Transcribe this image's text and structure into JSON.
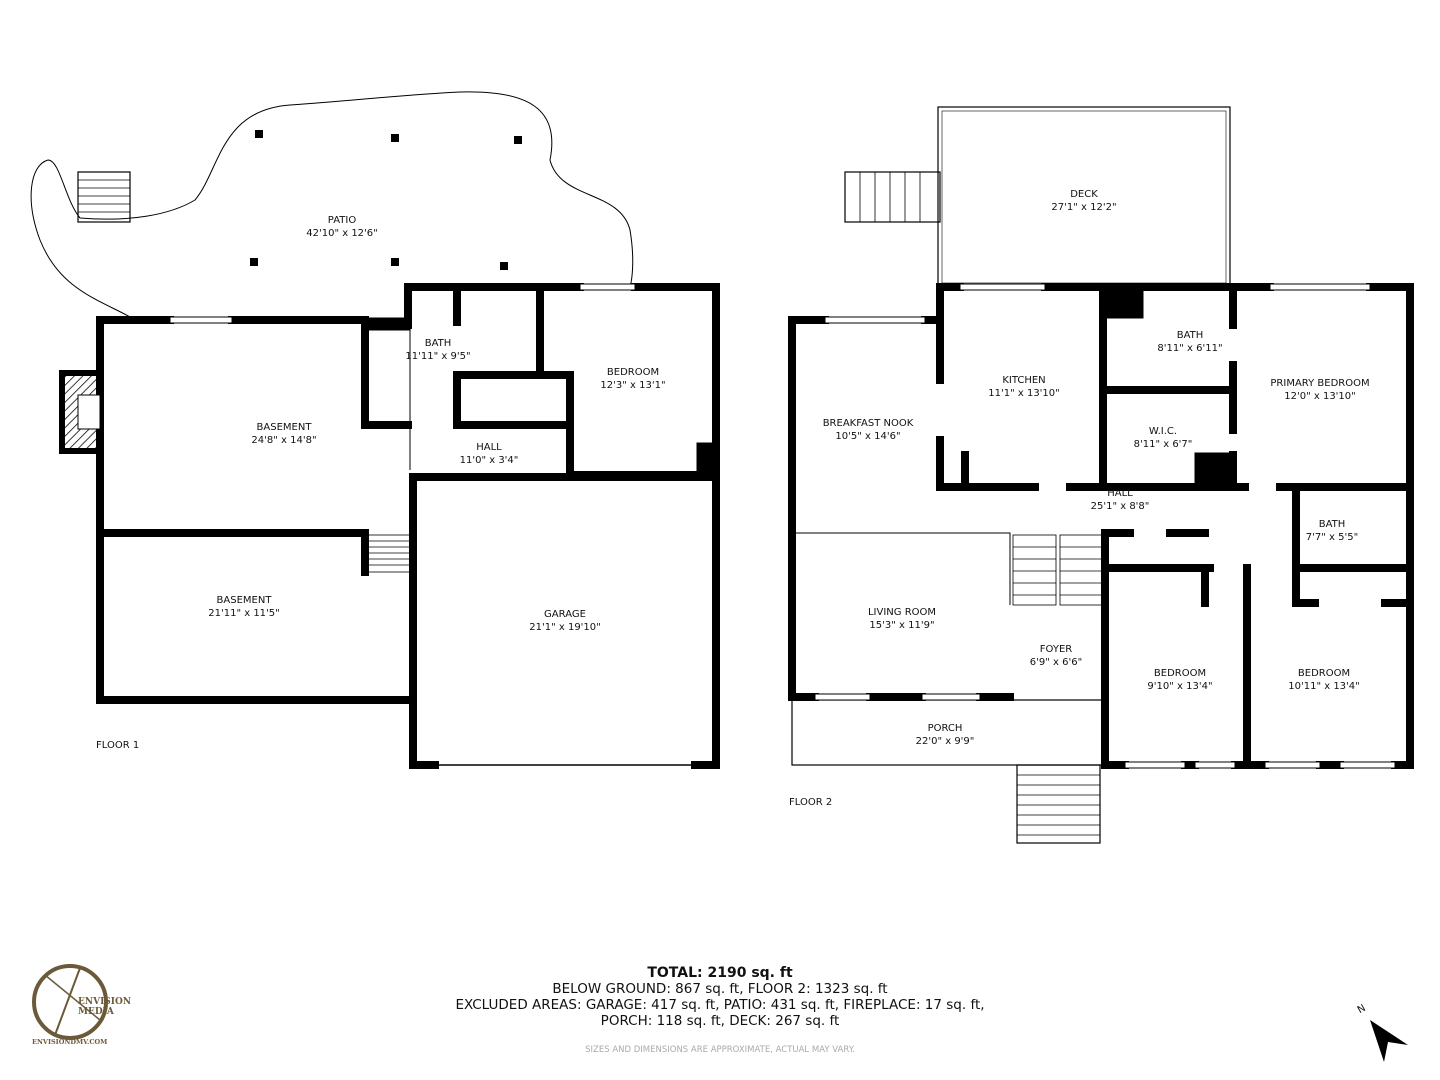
{
  "floor1": {
    "label": "FLOOR 1",
    "rooms": [
      {
        "name": "PATIO",
        "dims": "42'10\" x 12'6\""
      },
      {
        "name": "BATH",
        "dims": "11'11\" x 9'5\""
      },
      {
        "name": "BEDROOM",
        "dims": "12'3\" x 13'1\""
      },
      {
        "name": "BASEMENT",
        "dims": "24'8\" x 14'8\""
      },
      {
        "name": "HALL",
        "dims": "11'0\" x 3'4\""
      },
      {
        "name": "BASEMENT",
        "dims": "21'11\" x 11'5\""
      },
      {
        "name": "GARAGE",
        "dims": "21'1\" x 19'10\""
      }
    ]
  },
  "floor2": {
    "label": "FLOOR 2",
    "rooms": [
      {
        "name": "DECK",
        "dims": "27'1\" x 12'2\""
      },
      {
        "name": "KITCHEN",
        "dims": "11'1\" x 13'10\""
      },
      {
        "name": "BATH",
        "dims": "8'11\" x 6'11\""
      },
      {
        "name": "PRIMARY BEDROOM",
        "dims": "12'0\" x 13'10\""
      },
      {
        "name": "BREAKFAST NOOK",
        "dims": "10'5\" x 14'6\""
      },
      {
        "name": "W.I.C.",
        "dims": "8'11\" x 6'7\""
      },
      {
        "name": "HALL",
        "dims": "25'1\" x 8'8\""
      },
      {
        "name": "BATH",
        "dims": "7'7\" x 5'5\""
      },
      {
        "name": "LIVING ROOM",
        "dims": "15'3\" x 11'9\""
      },
      {
        "name": "FOYER",
        "dims": "6'9\" x 6'6\""
      },
      {
        "name": "BEDROOM",
        "dims": "9'10\" x 13'4\""
      },
      {
        "name": "BEDROOM",
        "dims": "10'11\" x 13'4\""
      },
      {
        "name": "PORCH",
        "dims": "22'0\" x 9'9\""
      }
    ]
  },
  "summary": {
    "total": "TOTAL: 2190 sq. ft",
    "line1": "BELOW GROUND: 867 sq. ft, FLOOR 2: 1323 sq. ft",
    "line2": "EXCLUDED AREAS: GARAGE: 417 sq. ft, PATIO: 431 sq. ft, FIREPLACE: 17 sq. ft,",
    "line3": "PORCH: 118 sq. ft, DECK: 267 sq. ft",
    "disclaimer": "SIZES AND DIMENSIONS ARE APPROXIMATE, ACTUAL MAY VARY."
  },
  "logo": {
    "name": "ENVISION MEDIA",
    "url_text": "ENVISIONDMV.COM",
    "color": "#6b5a3a"
  },
  "compass": {
    "label": "N"
  }
}
